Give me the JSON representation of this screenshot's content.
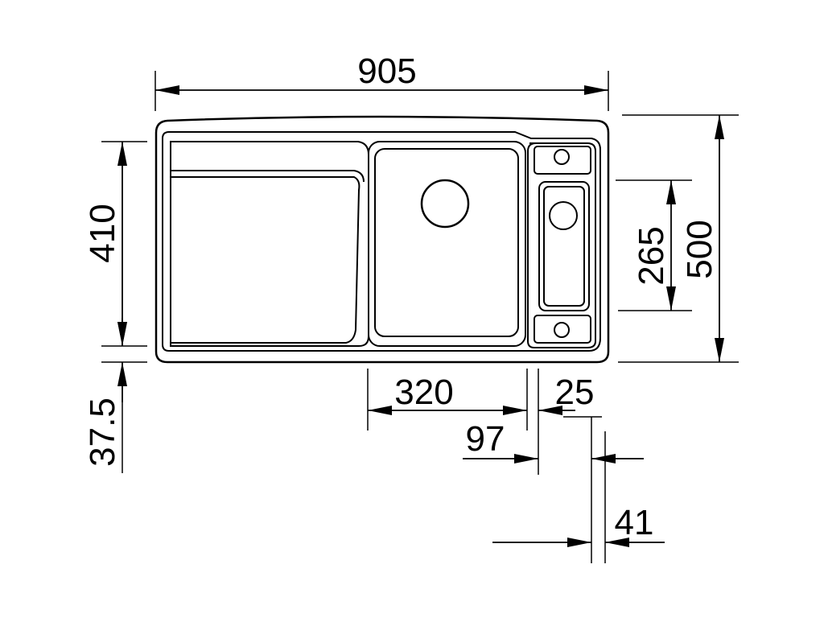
{
  "dimensions": {
    "overall_width": "905",
    "overall_depth": "500",
    "drainer_depth": "410",
    "front_offset": "37.5",
    "bowl_width": "320",
    "tap_zone_width": "97",
    "tap_hole_offset": "25",
    "tap_hole_spacing": "41",
    "accessory_bowl_depth": "265"
  },
  "colors": {
    "line": "#000000",
    "background": "#ffffff"
  }
}
